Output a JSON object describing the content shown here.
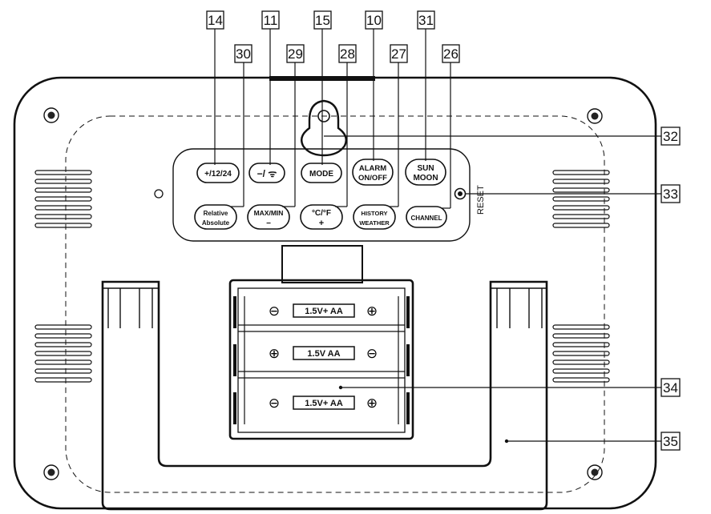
{
  "callouts": {
    "c14": "14",
    "c11": "11",
    "c15": "15",
    "c10": "10",
    "c31": "31",
    "c30": "30",
    "c29": "29",
    "c28": "28",
    "c27": "27",
    "c26": "26",
    "c32": "32",
    "c33": "33",
    "c34": "34",
    "c35": "35"
  },
  "buttons": {
    "btn_12_24": "+/12/24",
    "btn_minus_signal": "−/ ᯤ",
    "btn_mode": "MODE",
    "btn_alarm_line1": "ALARM",
    "btn_alarm_line2": "ON/OFF",
    "btn_sun_line1": "SUN",
    "btn_sun_line2": "MOON",
    "btn_rel_line1": "Relative",
    "btn_rel_line2": "Absolute",
    "btn_maxmin_line1": "MAX/MIN",
    "btn_maxmin_line2": "−",
    "btn_cf_line1": "°C/°F",
    "btn_cf_line2": "+",
    "btn_hist_line1": "HISTORY",
    "btn_hist_line2": "WEATHER",
    "btn_channel": "CHANNEL"
  },
  "reset_label": "RESET",
  "batteries": {
    "b1": "1.5V+ AA",
    "b2": "1.5V  AA",
    "b3": "1.5V+ AA"
  },
  "polarity": {
    "minus": "⊖",
    "plus": "⊕"
  }
}
